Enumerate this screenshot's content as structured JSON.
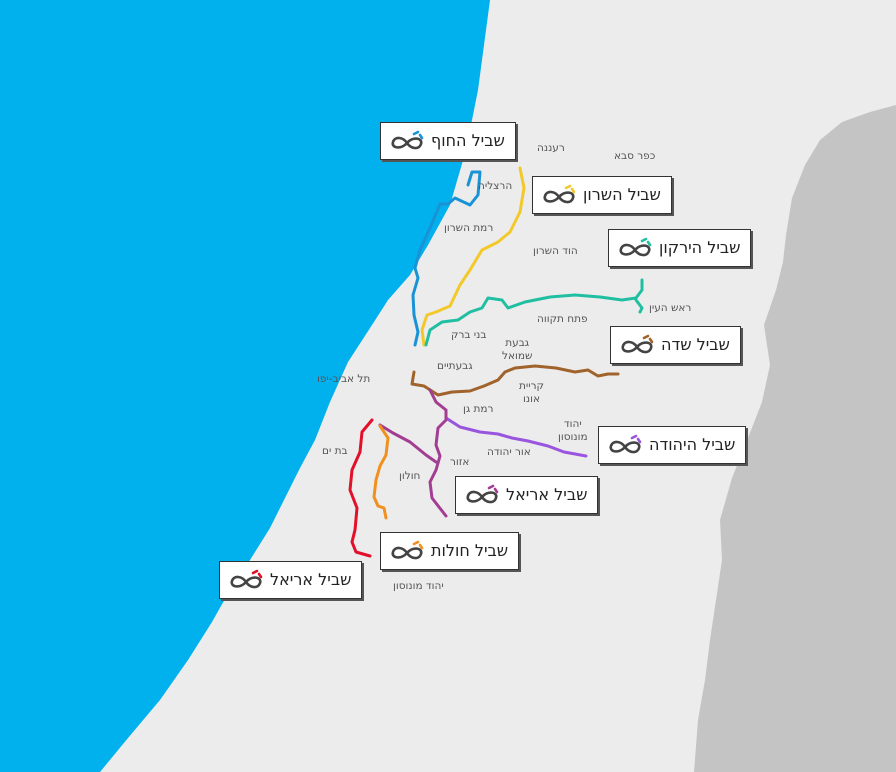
{
  "colors": {
    "sea": "#00b1ee",
    "land": "#ececec",
    "far_land": "#c4c4c4",
    "route_hahof": "#1a93d6",
    "route_hasharon": "#f3c92a",
    "route_hayarkon": "#21bfa2",
    "route_sade": "#a0632c",
    "route_yehuda": "#9a55de",
    "route_ariel": "#a23d92",
    "route_holot": "#f0901e",
    "route_ariel_south": "#e2102a"
  },
  "routes": [
    {
      "id": "hahof",
      "name": "שביל החוף",
      "icon": "bike-trail-logo-icon",
      "color": "#1a93d6"
    },
    {
      "id": "hasharon",
      "name": "שביל השרון",
      "icon": "bike-trail-logo-icon",
      "color": "#f3c92a"
    },
    {
      "id": "hayarkon",
      "name": "שביל הירקון",
      "icon": "bike-trail-logo-icon",
      "color": "#21bfa2"
    },
    {
      "id": "sade",
      "name": "שביל שדה",
      "icon": "bike-trail-logo-icon",
      "color": "#a0632c"
    },
    {
      "id": "yehuda",
      "name": "שביל היהודה",
      "icon": "bike-trail-logo-icon",
      "color": "#9a55de"
    },
    {
      "id": "ariel",
      "name": "שביל אריאל",
      "icon": "bike-trail-logo-icon",
      "color": "#a23d92"
    },
    {
      "id": "holot",
      "name": "שביל חולות",
      "icon": "bike-trail-logo-icon",
      "color": "#f0901e"
    },
    {
      "id": "ariel_south",
      "name": "שביל אריאל",
      "icon": "bike-trail-logo-icon",
      "color": "#e2102a"
    }
  ],
  "places": {
    "raanana": "רעננה",
    "kfar_saba": "כפר סבא",
    "herzliya": "הרצליה",
    "ramat_hasharon": "רמת השרון",
    "hod_hasharon": "הוד השרון",
    "rosh_haayin": "ראש העין",
    "petah_tikva": "פתח תקווה",
    "bnei_brak": "בני ברק",
    "givat_shmuel_1": "גבעת",
    "givat_shmuel_2": "שמואל",
    "givatayim": "גבעתיים",
    "tel_aviv": "תל אביב-יפו",
    "kiryat_ono_1": "קריית",
    "kiryat_ono_2": "אונו",
    "ramat_gan": "רמת גן",
    "yehud_1": "יהוד",
    "yehud_2": "מונוסון",
    "or_yehuda": "אור יהודה",
    "bat_yam": "בת ים",
    "azor": "אזור",
    "holon": "חולון",
    "yehud_monosson_south": "יהוד מונוסון"
  }
}
